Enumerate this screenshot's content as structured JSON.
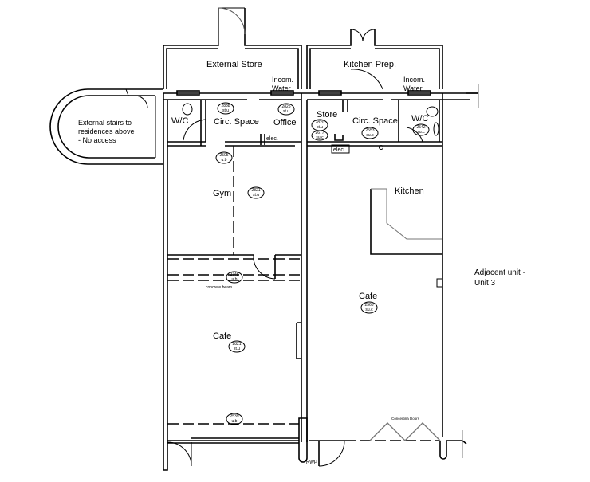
{
  "rooms": {
    "external_store": "External Store",
    "kitchen_prep": "Kitchen Prep.",
    "incoming_water_1": [
      "Incom.",
      "Water"
    ],
    "incoming_water_2": [
      "Incom.",
      "Water"
    ],
    "external_stairs": [
      "External stairs to",
      "residences above",
      "- No access"
    ],
    "wc_left": "W/C",
    "circ_space_left": "Circ. Space",
    "office": "Office",
    "elec_left": "elec.",
    "store": "Store",
    "circ_space_right": "Circ. Space",
    "wc_right": "W/C",
    "elec_right": "elec.",
    "gym": "Gym",
    "kitchen": "Kitchen",
    "adjacent_unit": [
      "Adjacent unit -",
      "Unit 3"
    ],
    "cafe_right": "Cafe",
    "concrete_beam": "concrete beam",
    "cafe_left": "Cafe",
    "concertina_doors": "Concertina Doors",
    "rwp": "RWP"
  },
  "tags": {
    "t2838": [
      "2838",
      "st.u"
    ],
    "t2825": [
      "2825",
      "st.u"
    ],
    "t2820": [
      "2820",
      "st.u"
    ],
    "t2677": [
      "2677",
      "su.c"
    ],
    "t2553": [
      "2553",
      "su.c"
    ],
    "t2542": [
      "2542",
      "su.c"
    ],
    "t2505": [
      "2505",
      "u.b"
    ],
    "t2821a": [
      "2821",
      "st.u"
    ],
    "t2748": [
      "2748",
      "u.b"
    ],
    "t2565": [
      "2565",
      "su.c"
    ],
    "t2821b": [
      "2821",
      "st.u"
    ],
    "t2539": [
      "2539",
      "u.b"
    ]
  }
}
